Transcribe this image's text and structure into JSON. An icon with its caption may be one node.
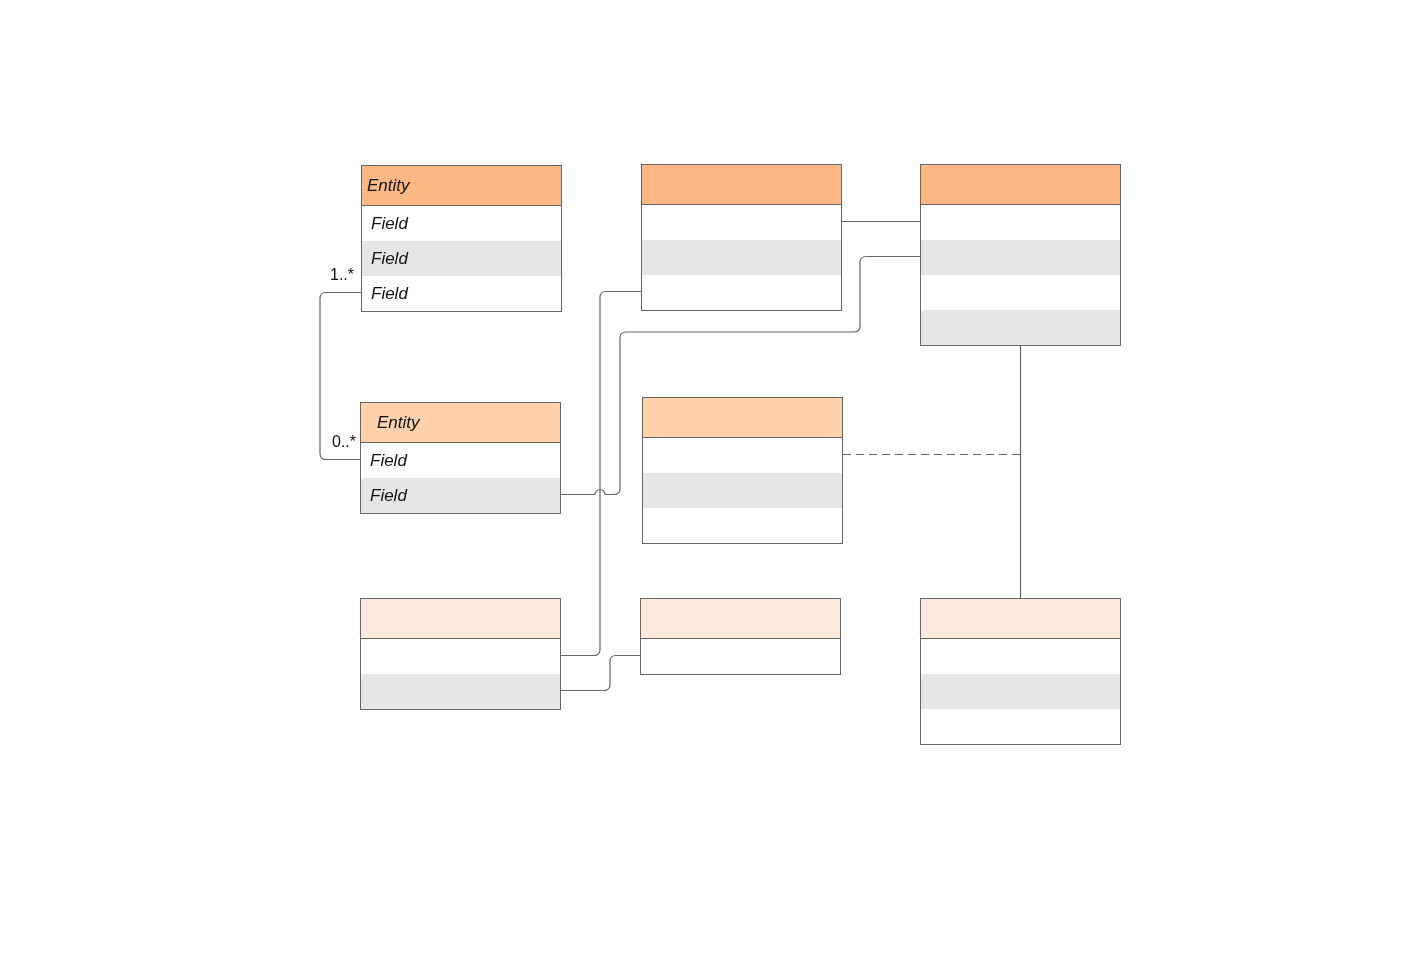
{
  "diagram": {
    "nodes": [
      {
        "text": [
          "Entity",
          "Field",
          "Field",
          "Field"
        ]
      },
      {
        "text": [],
        "shape": "box"
      },
      {
        "text": [],
        "shape": "box"
      },
      {
        "text": [
          "Entity",
          "Field",
          "Field"
        ]
      },
      {
        "text": [],
        "shape": "box"
      },
      {
        "text": [],
        "shape": "box"
      },
      {
        "text": [],
        "shape": "box"
      },
      {
        "text": [],
        "shape": "box"
      }
    ],
    "edges": [
      {
        "from": 0,
        "to": 3,
        "arrow": "none"
      },
      {
        "from": 3,
        "to": 2,
        "arrow": "none"
      },
      {
        "from": 1,
        "to": 5,
        "arrow": "none"
      },
      {
        "from": 1,
        "to": 2,
        "arrow": "none"
      },
      {
        "from": 4,
        "to": null,
        "arrow": "none",
        "style": "dashed"
      },
      {
        "from": 2,
        "to": 7,
        "arrow": "none"
      },
      {
        "from": 5,
        "to": 6,
        "arrow": "none"
      }
    ],
    "labels": [
      "1..*",
      "0..*"
    ]
  }
}
